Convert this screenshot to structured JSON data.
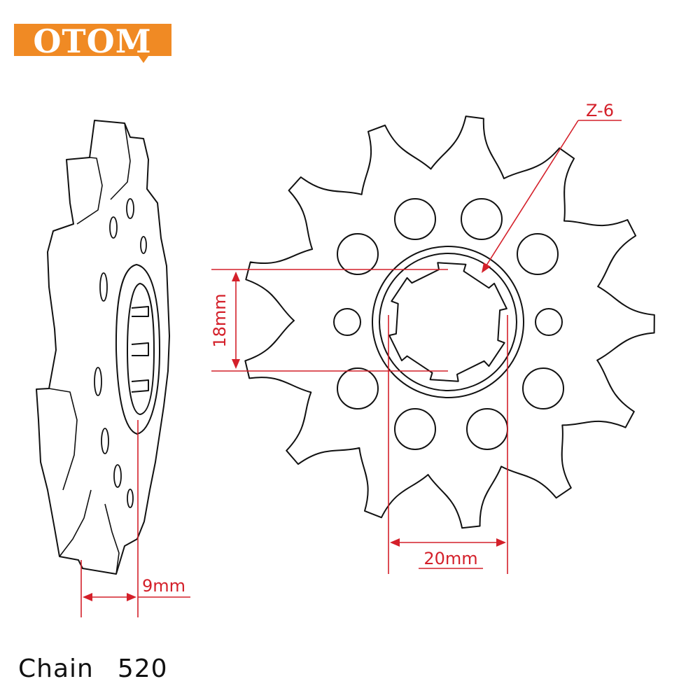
{
  "brand": {
    "logo_text": "OTOM",
    "color": "#f08a24"
  },
  "colors": {
    "outline": "#111111",
    "dimension": "#d4202a",
    "background": "#ffffff"
  },
  "drawing": {
    "callout_label": "Z-6",
    "dim_height_label": "18mm",
    "dim_bore_label": "20mm",
    "dim_thickness_label": "9mm"
  },
  "caption": {
    "label": "Chain",
    "value": "520"
  }
}
